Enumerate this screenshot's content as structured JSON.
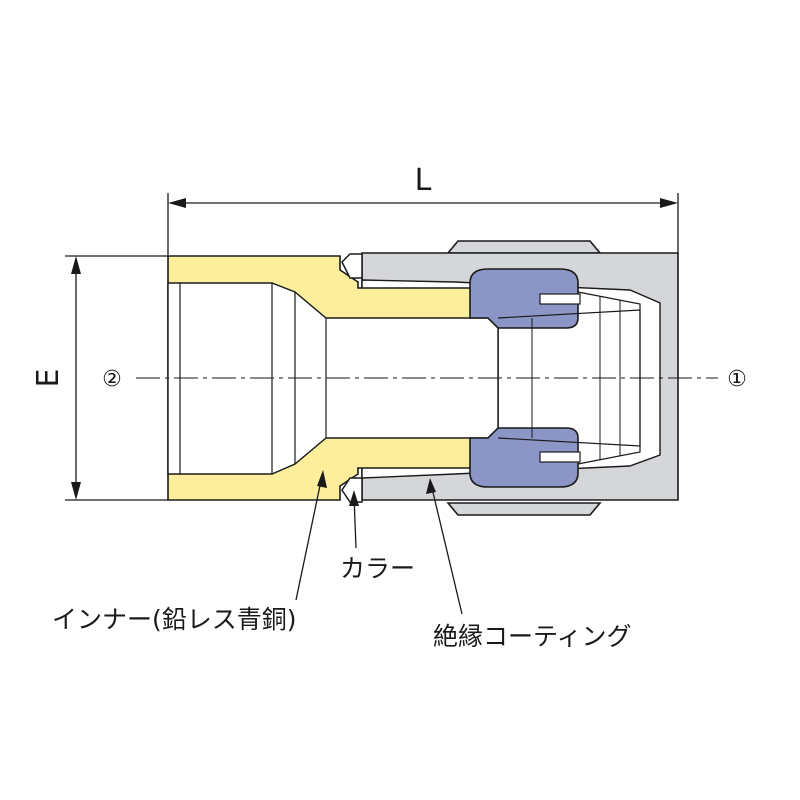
{
  "diagram": {
    "dimensions": {
      "length_label": "L",
      "height_label": "E"
    },
    "ports": {
      "left": "②",
      "right": "①"
    },
    "callouts": {
      "inner": "インナー(鉛レス青銅)",
      "collar": "カラー",
      "coating": "絶縁コーティング"
    },
    "colors": {
      "inner": "#fcee9a",
      "body": "#d5d6d9",
      "seal": "#8b95c6",
      "outline": "#1a1a1a"
    }
  }
}
